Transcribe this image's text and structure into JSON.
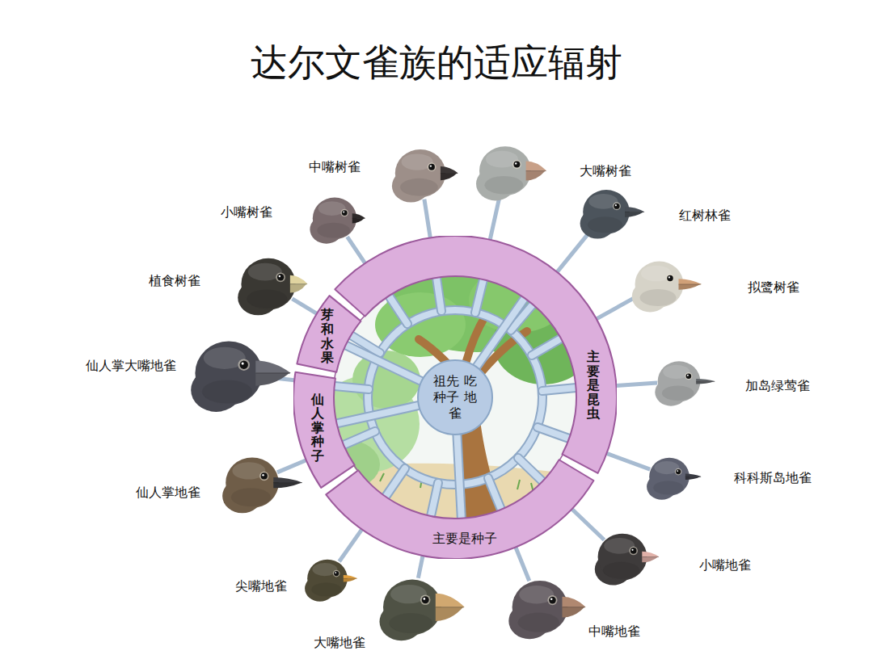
{
  "diagram": {
    "title": "达尔文雀族的适应辐射",
    "nodes": [
      {
        "text": [
          "祖先 吃种子 地雀"
        ]
      },
      {
        "text": [
          "芽和水果"
        ]
      },
      {
        "text": [
          "仙人掌种子"
        ]
      },
      {
        "text": [
          "主要是种子"
        ]
      },
      {
        "text": [
          "主要是昆虫"
        ]
      },
      {
        "text": [
          "中嘴树雀"
        ]
      },
      {
        "text": [
          "大嘴树雀"
        ]
      },
      {
        "text": [
          "红树林雀"
        ]
      },
      {
        "text": [
          "拟鹭树雀"
        ]
      },
      {
        "text": [
          "加岛绿莺雀"
        ]
      },
      {
        "text": [
          "科科斯岛地雀"
        ]
      },
      {
        "text": [
          "小嘴地雀"
        ]
      },
      {
        "text": [
          "中嘴地雀"
        ]
      },
      {
        "text": [
          "大嘴地雀"
        ]
      },
      {
        "text": [
          "尖嘴地雀"
        ]
      },
      {
        "text": [
          "仙人掌地雀"
        ]
      },
      {
        "text": [
          "仙人掌大嘴地雀"
        ]
      },
      {
        "text": [
          "植食树雀"
        ]
      },
      {
        "text": [
          "小嘴树雀"
        ]
      }
    ],
    "edges": [
      {
        "from": 0,
        "to": 1,
        "arrow": "none"
      },
      {
        "from": 0,
        "to": 2,
        "arrow": "none"
      },
      {
        "from": 0,
        "to": 3,
        "arrow": "none"
      },
      {
        "from": 0,
        "to": 4,
        "arrow": "none"
      },
      {
        "from": 4,
        "to": 5,
        "arrow": "none"
      },
      {
        "from": 4,
        "to": 6,
        "arrow": "none"
      },
      {
        "from": 4,
        "to": 7,
        "arrow": "none"
      },
      {
        "from": 4,
        "to": 8,
        "arrow": "none"
      },
      {
        "from": 4,
        "to": 9,
        "arrow": "none"
      },
      {
        "from": 4,
        "to": 10,
        "arrow": "none"
      },
      {
        "from": 3,
        "to": 11,
        "arrow": "none"
      },
      {
        "from": 3,
        "to": 12,
        "arrow": "none"
      },
      {
        "from": 3,
        "to": 13,
        "arrow": "none"
      },
      {
        "from": 3,
        "to": 14,
        "arrow": "none"
      },
      {
        "from": 2,
        "to": 15,
        "arrow": "none"
      },
      {
        "from": 2,
        "to": 16,
        "arrow": "none"
      },
      {
        "from": 1,
        "to": 17,
        "arrow": "none"
      },
      {
        "from": 4,
        "to": 18,
        "arrow": "none"
      }
    ]
  }
}
